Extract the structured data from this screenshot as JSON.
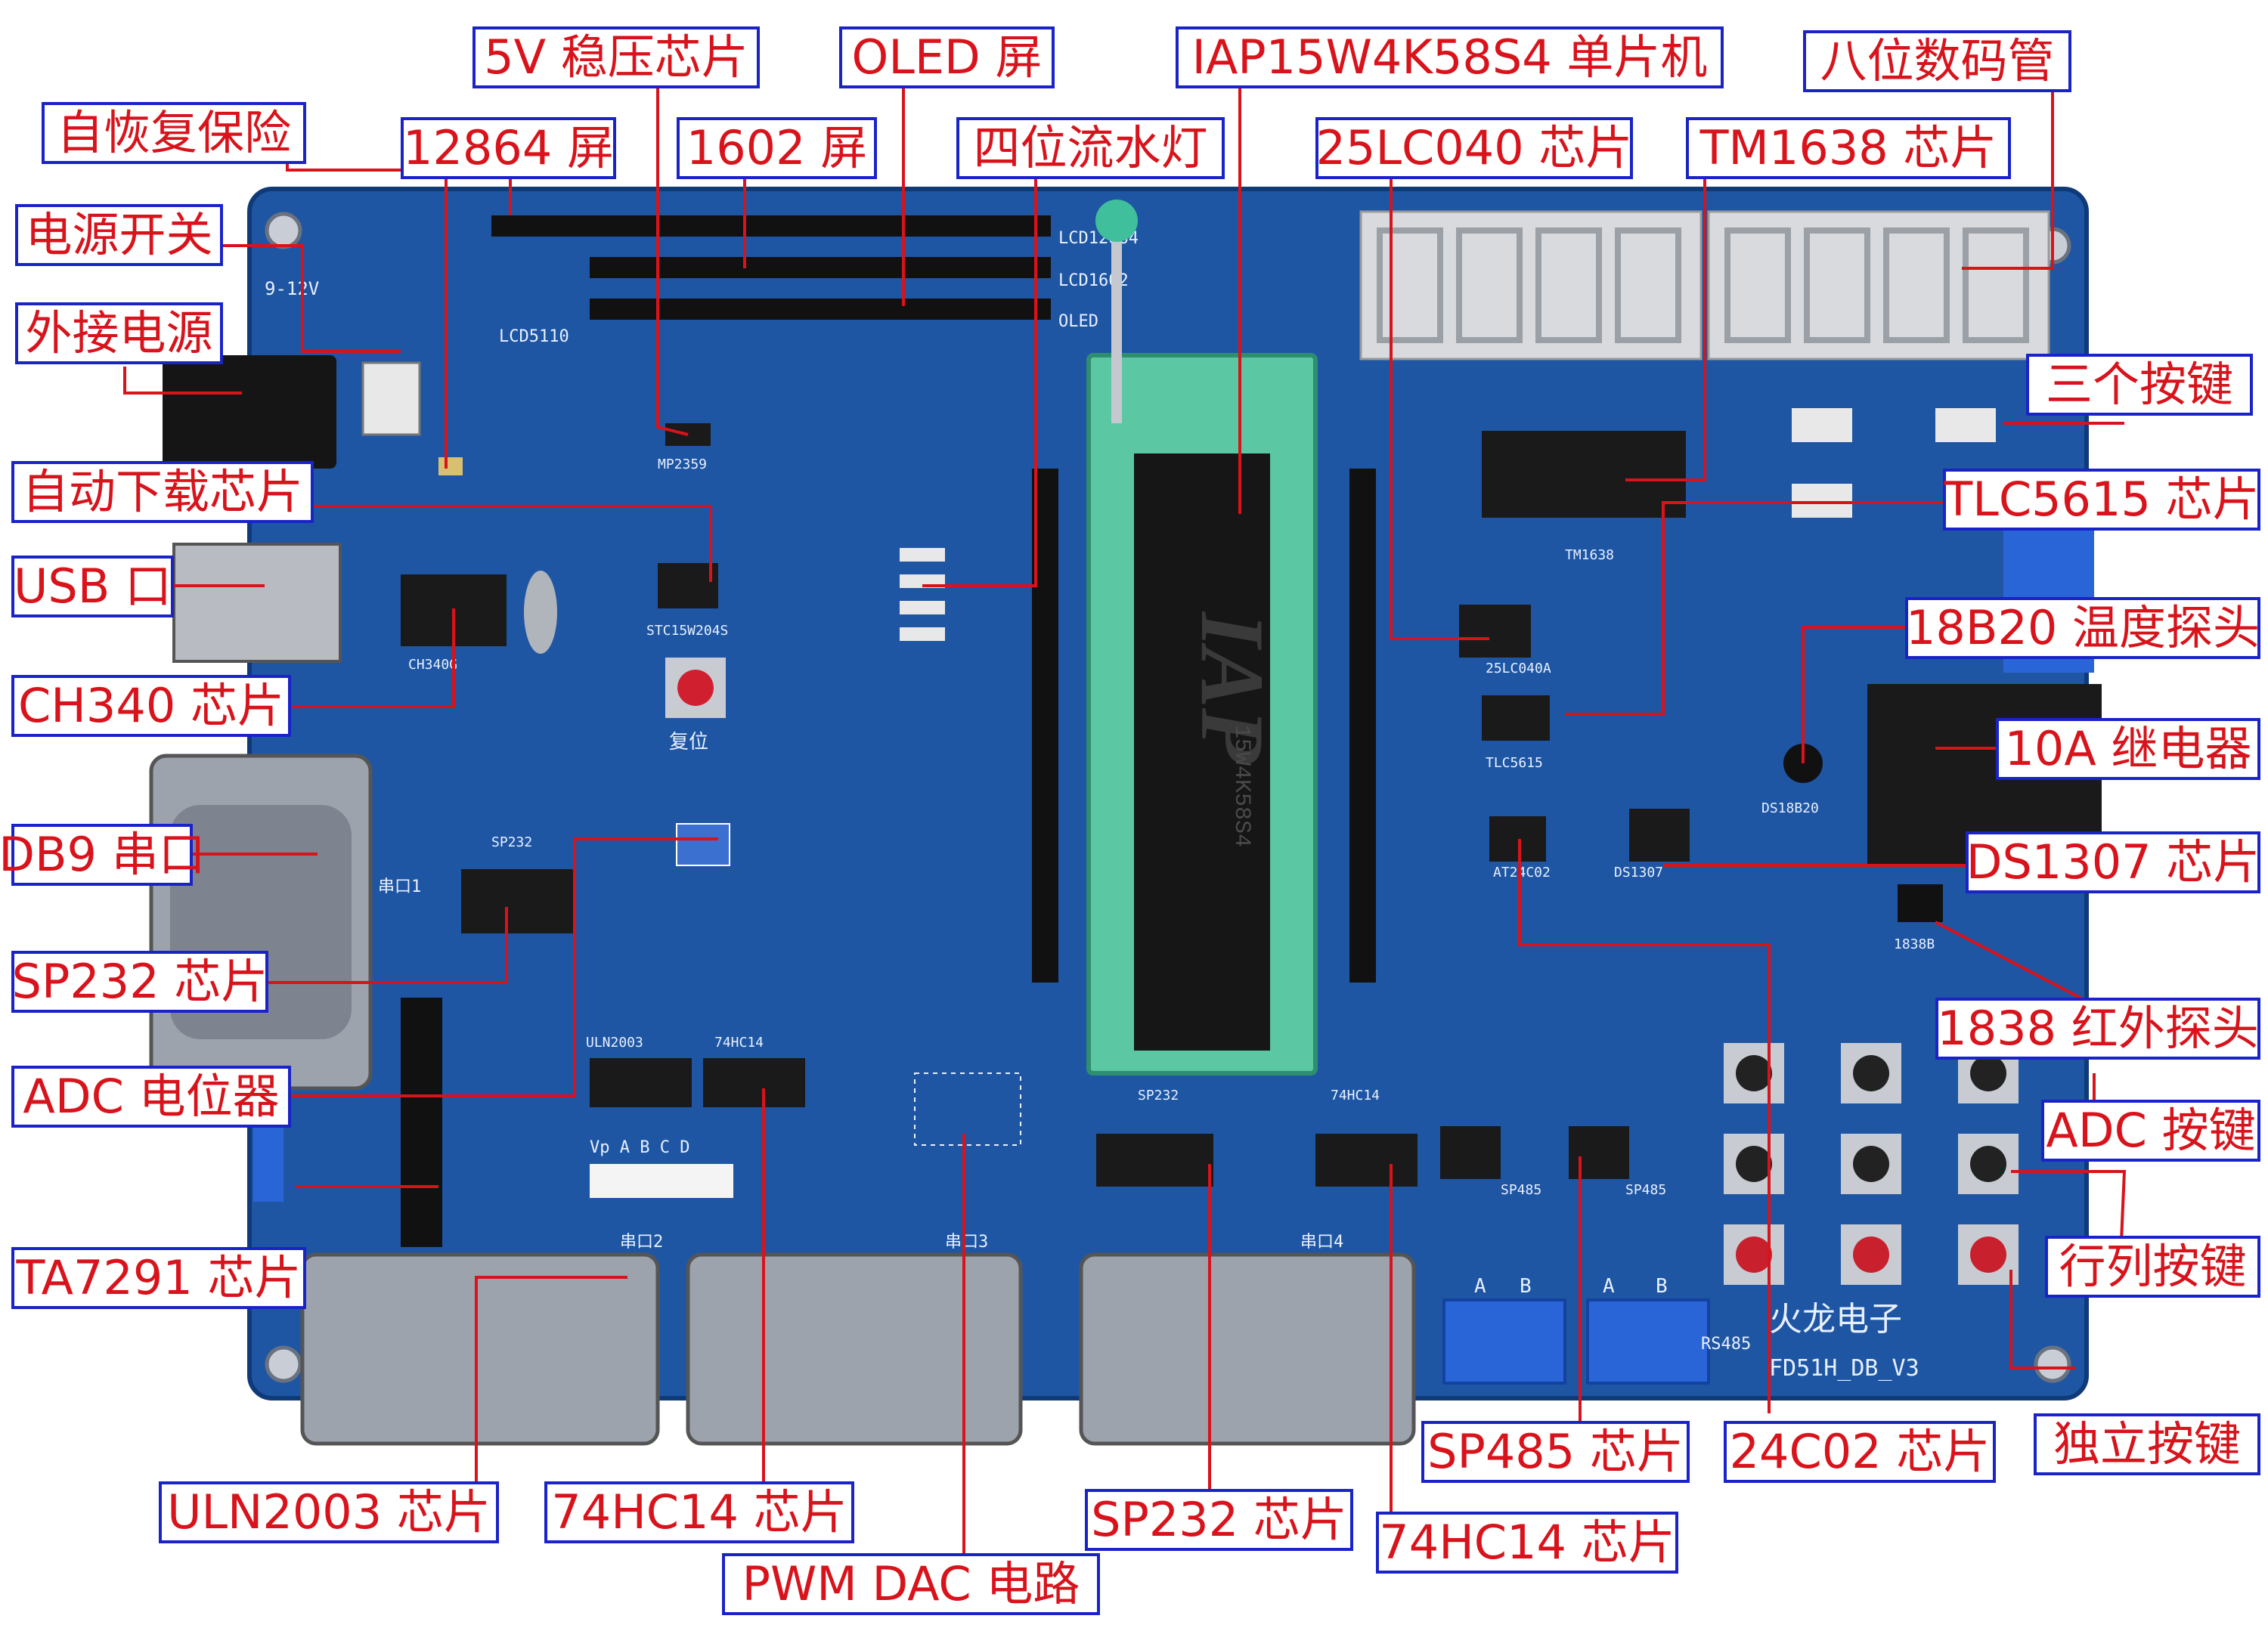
{
  "callouts": [
    "5V 稳压芯片",
    "OLED 屏",
    "IAP15W4K58S4 单片机",
    "八位数码管",
    "自恢复保险",
    "12864 屏",
    "1602 屏",
    "四位流水灯",
    "25LC040 芯片",
    "TM1638 芯片",
    "电源开关",
    "外接电源",
    "三个按键",
    "自动下载芯片",
    "TLC5615 芯片",
    "USB 口",
    "18B20 温度探头",
    "CH340 芯片",
    "10A 继电器",
    "DB9 串口",
    "DS1307 芯片",
    "SP232 芯片",
    "1838 红外探头",
    "ADC 电位器",
    "ADC 按键",
    "行列按键",
    "TA7291 芯片",
    "ULN2003 芯片",
    "74HC14 芯片",
    "SP232 芯片",
    "74HC14 芯片",
    "SP485 芯片",
    "24C02 芯片",
    "独立按键",
    "PWM DAC 电路"
  ],
  "silkscreen": {
    "lcd_labels": [
      "LCD5110",
      "LCD12864",
      "LCD1602",
      "OLED"
    ],
    "mcu_brand": "IAP",
    "mcu_part": "15W4K58S4",
    "board_brand": "火龙电子",
    "board_model": "FD51H_DB_V3",
    "reset": "复位",
    "power_input": "9-12V",
    "serial_labels": [
      "串口1",
      "串口2",
      "串口3",
      "串口4"
    ],
    "terminal_labels": [
      "A",
      "B",
      "A",
      "B"
    ],
    "rs485": "RS485",
    "ic_labels": [
      "CH340G",
      "STC15W204S",
      "MP2359",
      "SP232",
      "ULN2003",
      "74HC14",
      "SP232",
      "74HC14",
      "TM1638",
      "25LC040A",
      "TLC5615",
      "AT24C02",
      "DS1307",
      "SP485",
      "SP485",
      "DS18B20",
      "1838B"
    ],
    "vp_header": "Vp A B C D"
  }
}
